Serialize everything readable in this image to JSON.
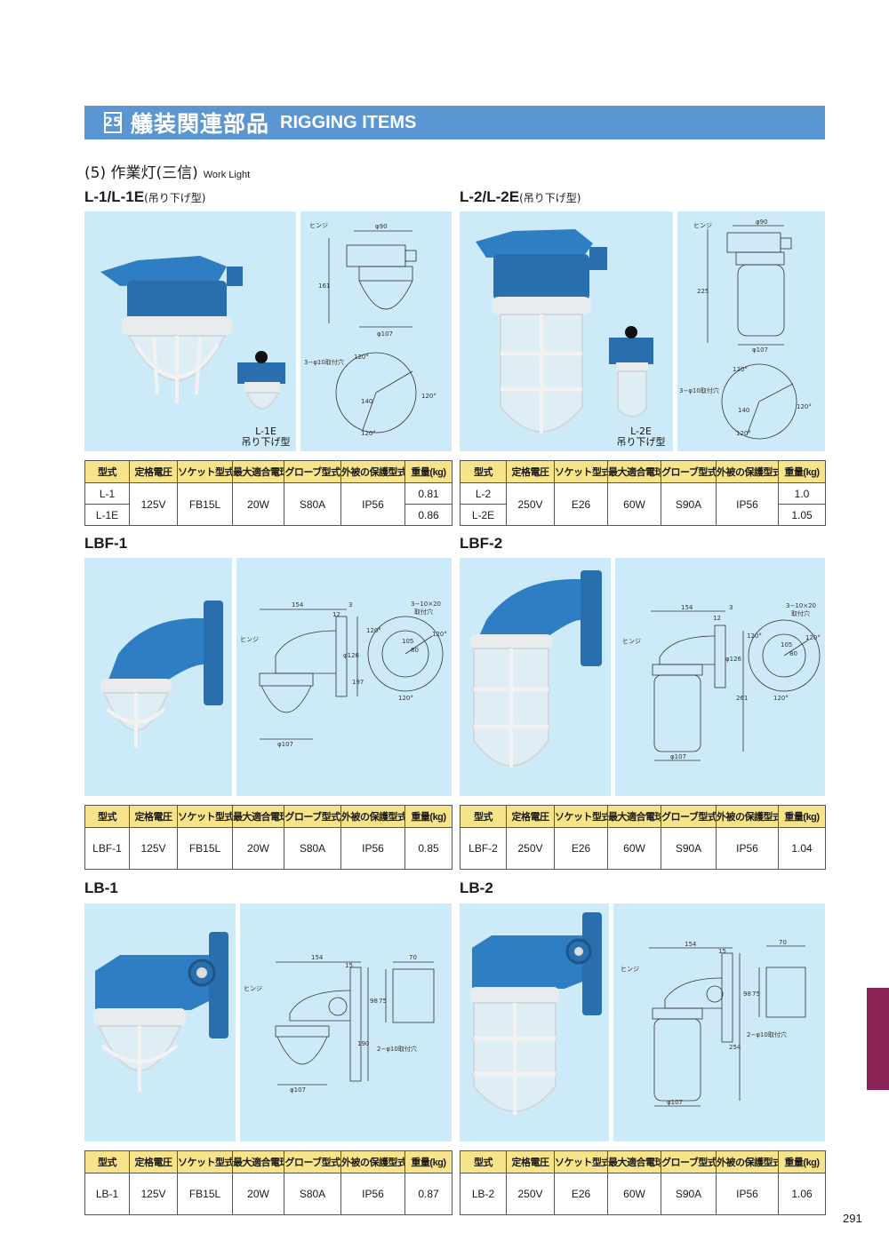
{
  "header": {
    "number": "25",
    "title_jp": "艤装関連部品",
    "title_en": "RIGGING ITEMS"
  },
  "subtitle": {
    "jp": "(5) 作業灯(三信)",
    "en": "Work Light"
  },
  "table_headers": [
    "型式",
    "定格電圧",
    "ソケット型式",
    "最大適合電球",
    "グローブ型式",
    "外被の保護型式",
    "重量(kg)"
  ],
  "products": {
    "l1": {
      "title": "L-1/L-1E",
      "subtitle": "(吊り下げ型)",
      "photo_label": "L-1E",
      "photo_label2": "吊り下げ型",
      "drawing": {
        "hinge": "ヒンジ",
        "d90": "φ90",
        "d107": "φ107",
        "h": "161",
        "holes": "3−φ10取付穴",
        "a1": "120°",
        "a2": "120°",
        "a3": "120°",
        "pcd": "140"
      },
      "rows": [
        {
          "model": "L-1",
          "voltage": "125V",
          "socket": "FB15L",
          "bulb": "20W",
          "globe": "S80A",
          "protect": "IP56",
          "weight": "0.81"
        },
        {
          "model": "L-1E",
          "weight": "0.86"
        }
      ]
    },
    "l2": {
      "title": "L-2/L-2E",
      "subtitle": "(吊り下げ型)",
      "photo_label": "L-2E",
      "photo_label2": "吊り下げ型",
      "drawing": {
        "hinge": "ヒンジ",
        "d90": "φ90",
        "d107": "φ107",
        "h": "225",
        "holes": "3−φ10取付穴",
        "a1": "120°",
        "a2": "120°",
        "a3": "120°",
        "pcd": "140"
      },
      "rows": [
        {
          "model": "L-2",
          "voltage": "250V",
          "socket": "E26",
          "bulb": "60W",
          "globe": "S90A",
          "protect": "IP56",
          "weight": "1.0"
        },
        {
          "model": "L-2E",
          "weight": "1.05"
        }
      ]
    },
    "lbf1": {
      "title": "LBF-1",
      "drawing": {
        "hinge": "ヒンジ",
        "w": "154",
        "t": "3",
        "t2": "12",
        "d126": "φ126",
        "h": "197",
        "d107": "φ107",
        "holes": "3−10×20",
        "holes2": "取付穴",
        "a1": "120°",
        "a2": "120°",
        "a3": "120°",
        "r1": "105",
        "r2": "80"
      },
      "rows": [
        {
          "model": "LBF-1",
          "voltage": "125V",
          "socket": "FB15L",
          "bulb": "20W",
          "globe": "S80A",
          "protect": "IP56",
          "weight": "0.85"
        }
      ]
    },
    "lbf2": {
      "title": "LBF-2",
      "drawing": {
        "hinge": "ヒンジ",
        "w": "154",
        "t": "3",
        "t2": "12",
        "d126": "φ126",
        "h": "261",
        "d107": "φ107",
        "holes": "3−10×20",
        "holes2": "取付穴",
        "a1": "120°",
        "a2": "120°",
        "a3": "120°",
        "r1": "105",
        "r2": "80"
      },
      "rows": [
        {
          "model": "LBF-2",
          "voltage": "250V",
          "socket": "E26",
          "bulb": "60W",
          "globe": "S90A",
          "protect": "IP56",
          "weight": "1.04"
        }
      ]
    },
    "lb1": {
      "title": "LB-1",
      "drawing": {
        "hinge": "ヒンジ",
        "w": "154",
        "t2": "15",
        "w2": "70",
        "h1": "98",
        "h2": "75",
        "h": "190",
        "d107": "φ107",
        "holes": "2−φ10取付穴"
      },
      "rows": [
        {
          "model": "LB-1",
          "voltage": "125V",
          "socket": "FB15L",
          "bulb": "20W",
          "globe": "S80A",
          "protect": "IP56",
          "weight": "0.87"
        }
      ]
    },
    "lb2": {
      "title": "LB-2",
      "drawing": {
        "hinge": "ヒンジ",
        "w": "154",
        "t2": "15",
        "w2": "70",
        "h1": "98",
        "h2": "75",
        "h": "254",
        "d107": "φ107",
        "holes": "2−φ10取付穴"
      },
      "rows": [
        {
          "model": "LB-2",
          "voltage": "250V",
          "socket": "E26",
          "bulb": "60W",
          "globe": "S90A",
          "protect": "IP56",
          "weight": "1.06"
        }
      ]
    }
  },
  "page_number": "291",
  "colors": {
    "header": "#5a96d2",
    "panel": "#cdeaf8",
    "table_header": "#f7e48a",
    "fixture_blue": "#2a6fad",
    "side_tab": "#8a2457"
  }
}
